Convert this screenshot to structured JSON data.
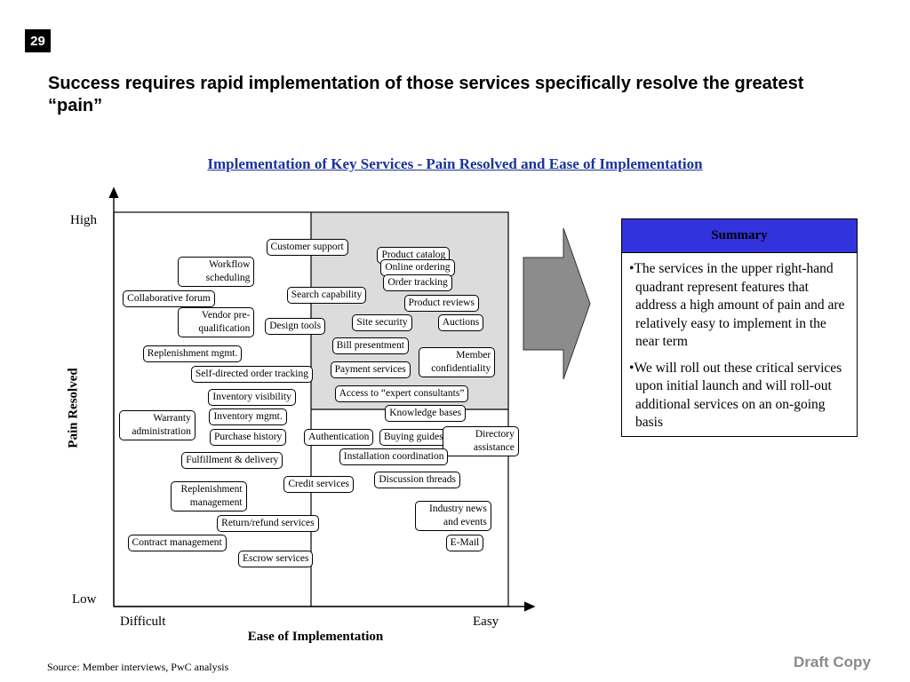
{
  "page_number": "29",
  "headline": "Success requires rapid implementation of those services specifically resolve the greatest “pain”",
  "source": "Source: Member interviews, PwC analysis",
  "draft_label": "Draft Copy",
  "summary": {
    "title": "Summary",
    "bullets": [
      "The services in the upper right-hand quadrant represent features that address a high amount of pain and are relatively easy to implement in the near term",
      "We will roll out these critical services upon initial launch and will roll-out additional services on an on-going basis"
    ],
    "header_color": "#3333dd"
  },
  "chart_data": {
    "type": "scatter",
    "title": "Implementation of Key Services - Pain Resolved and Ease of Implementation",
    "title_color": "#1a33a0",
    "xlabel": "Ease of Implementation",
    "ylabel": "Pain Resolved",
    "x_ticks": [
      "Difficult",
      "Easy"
    ],
    "y_ticks": [
      "High",
      "Low"
    ],
    "quadrant_highlight": "upper-right",
    "highlight_color": "#dcdcdc",
    "services": [
      {
        "label": "Customer support",
        "x": 0.49,
        "y": 0.91
      },
      {
        "label": "Product catalog",
        "x": 0.76,
        "y": 0.89
      },
      {
        "label": "Workflow\nscheduling",
        "x": 0.26,
        "y": 0.85
      },
      {
        "label": "Online ordering",
        "x": 0.77,
        "y": 0.86
      },
      {
        "label": "Order tracking",
        "x": 0.77,
        "y": 0.82
      },
      {
        "label": "Search capability",
        "x": 0.54,
        "y": 0.79
      },
      {
        "label": "Collaborative forum",
        "x": 0.14,
        "y": 0.78
      },
      {
        "label": "Product reviews",
        "x": 0.83,
        "y": 0.77
      },
      {
        "label": "Vendor pre-\nqualification",
        "x": 0.26,
        "y": 0.72
      },
      {
        "label": "Design tools",
        "x": 0.46,
        "y": 0.71
      },
      {
        "label": "Site security",
        "x": 0.68,
        "y": 0.72
      },
      {
        "label": "Auctions",
        "x": 0.88,
        "y": 0.72
      },
      {
        "label": "Bill presentment",
        "x": 0.65,
        "y": 0.66
      },
      {
        "label": "Replenishment mgmt.",
        "x": 0.2,
        "y": 0.64
      },
      {
        "label": "Member\nconfidentiality",
        "x": 0.87,
        "y": 0.62
      },
      {
        "label": "Payment services",
        "x": 0.65,
        "y": 0.6
      },
      {
        "label": "Self-directed order tracking",
        "x": 0.35,
        "y": 0.59
      },
      {
        "label": "Access to “expert consultants”",
        "x": 0.73,
        "y": 0.54
      },
      {
        "label": "Inventory visibility",
        "x": 0.35,
        "y": 0.53
      },
      {
        "label": "Inventory mgmt.",
        "x": 0.34,
        "y": 0.48
      },
      {
        "label": "Knowledge bases",
        "x": 0.79,
        "y": 0.49
      },
      {
        "label": "Warranty\nadministration",
        "x": 0.11,
        "y": 0.46
      },
      {
        "label": "Purchase history",
        "x": 0.34,
        "y": 0.43
      },
      {
        "label": "Authentication",
        "x": 0.57,
        "y": 0.43
      },
      {
        "label": "Buying guides",
        "x": 0.76,
        "y": 0.43
      },
      {
        "label": "Directory\nassistance",
        "x": 0.93,
        "y": 0.42
      },
      {
        "label": "Fulfillment & delivery",
        "x": 0.3,
        "y": 0.37
      },
      {
        "label": "Installation coordination",
        "x": 0.71,
        "y": 0.38
      },
      {
        "label": "Credit services",
        "x": 0.52,
        "y": 0.31
      },
      {
        "label": "Discussion threads",
        "x": 0.77,
        "y": 0.32
      },
      {
        "label": "Replenishment\nmanagement",
        "x": 0.24,
        "y": 0.28
      },
      {
        "label": "Industry news\nand events",
        "x": 0.86,
        "y": 0.23
      },
      {
        "label": "Return/refund services",
        "x": 0.39,
        "y": 0.21
      },
      {
        "label": "Contract management",
        "x": 0.16,
        "y": 0.16
      },
      {
        "label": "E-Mail",
        "x": 0.89,
        "y": 0.16
      },
      {
        "label": "Escrow services",
        "x": 0.41,
        "y": 0.12
      }
    ]
  }
}
